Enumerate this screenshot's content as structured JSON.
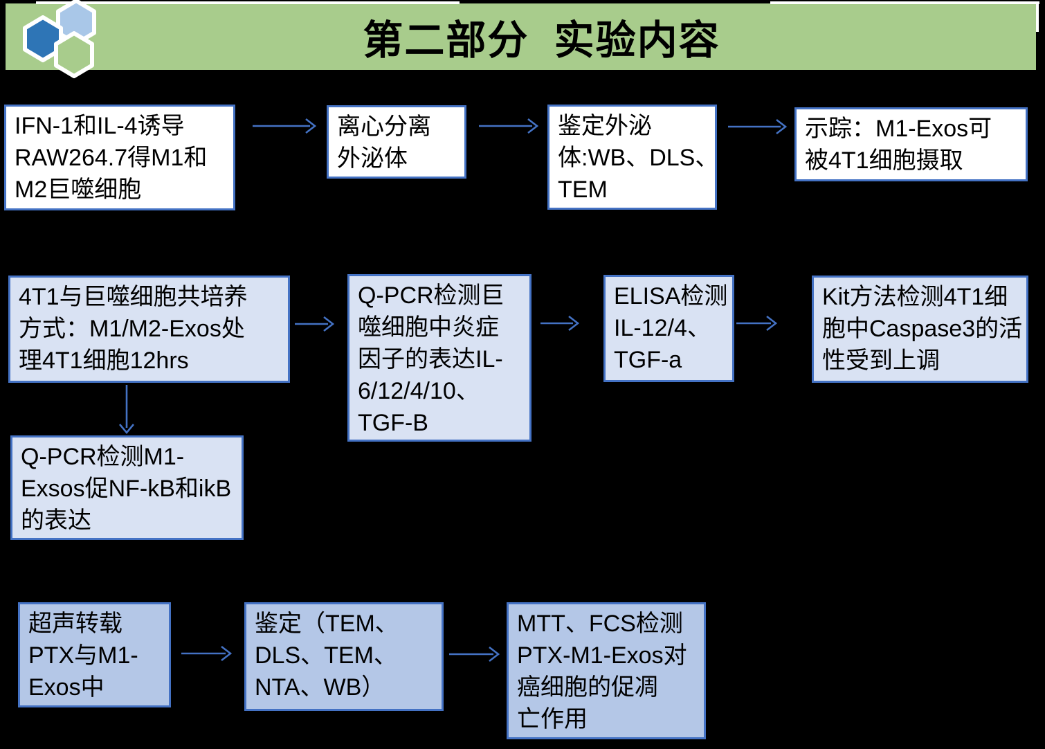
{
  "slide": {
    "title": "第二部分  实验内容",
    "header_bg": "#A8CC8C",
    "logo": {
      "description": "three-hexagon-logo",
      "light_blue": "#A9C7E8",
      "dark_blue": "#2E75B6",
      "green": "#A8CC8C"
    }
  },
  "colors": {
    "background": "#000000",
    "box_border": "#4472C4",
    "arrow": "#4472C4",
    "row1_fill": "#FFFFFF",
    "row2_fill": "#D9E2F3",
    "row3_fill": "#B4C7E7",
    "text": "#000000"
  },
  "flowchart": {
    "row1": [
      {
        "text": "IFN-1和IL-4诱导\nRAW264.7得M1和\nM2巨噬细胞"
      },
      {
        "text": "离心分离\n外泌体"
      },
      {
        "text": "鉴定外泌\n体:WB、DLS、\nTEM"
      },
      {
        "text": "示踪：M1-Exos可\n被4T1细胞摄取"
      }
    ],
    "row2": [
      {
        "text": "4T1与巨噬细胞共培养\n方式：M1/M2-Exos处\n理4T1细胞12hrs"
      },
      {
        "text": "Q-PCR检测巨\n噬细胞中炎症\n因子的表达IL-\n6/12/4/10、\nTGF-B"
      },
      {
        "text": "ELISA检测\nIL-12/4、\nTGF-a"
      },
      {
        "text": "Kit方法检测4T1细\n胞中Caspase3的活\n性受到上调"
      }
    ],
    "row2_branch": {
      "text": "Q-PCR检测M1-\nExsos促NF-kB和ikB\n的表达"
    },
    "row3": [
      {
        "text": "超声转载\nPTX与M1-\nExos中"
      },
      {
        "text": "鉴定（TEM、\nDLS、TEM、\nNTA、WB）"
      },
      {
        "text": "MTT、FCS检测\nPTX-M1-Exos对\n癌细胞的促凋\n亡作用"
      }
    ]
  }
}
